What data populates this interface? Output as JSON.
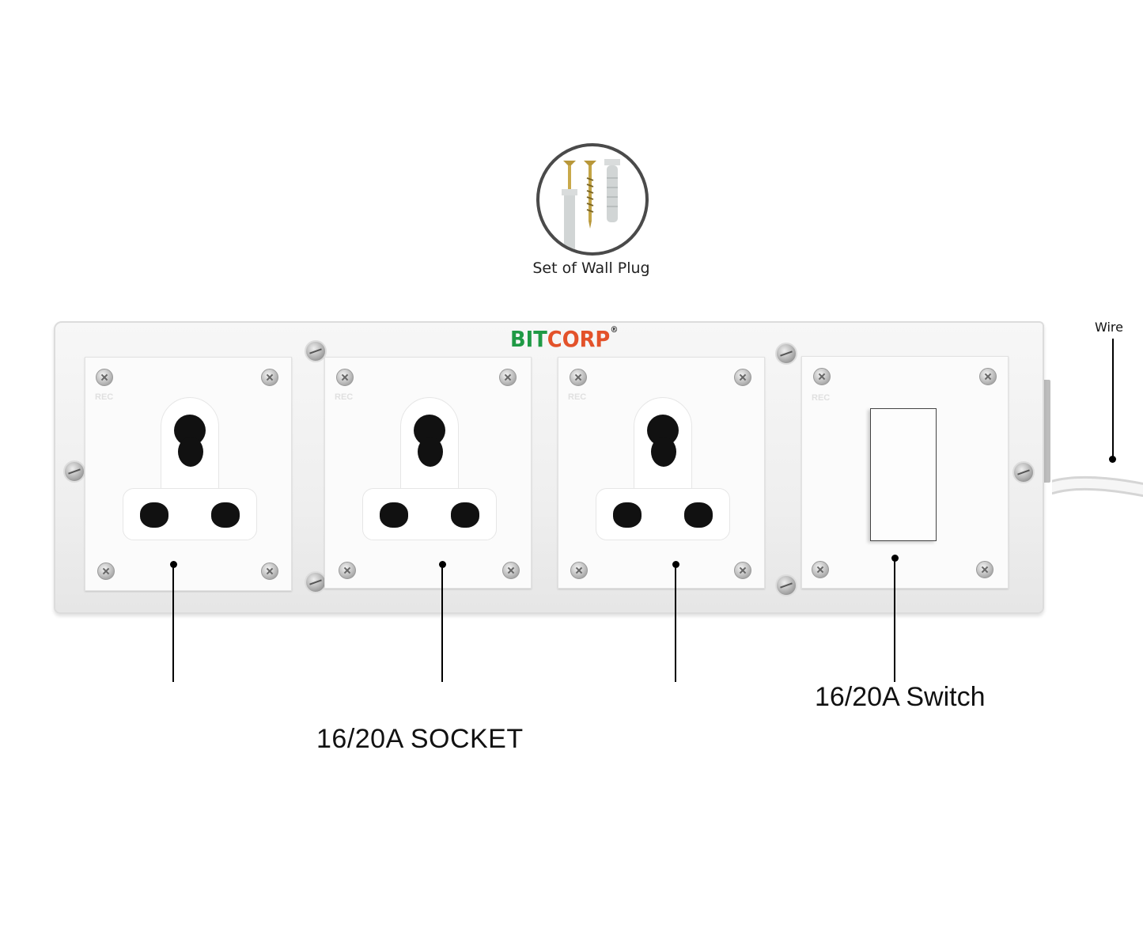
{
  "brand": {
    "part1": "BIT",
    "part2": "CORP",
    "registered": "®",
    "color_primary": "#1f9a45",
    "color_secondary": "#e3522a"
  },
  "accessory": {
    "caption": "Set of Wall Plug",
    "icon": "screws-and-wall-plugs-icon"
  },
  "modules": [
    {
      "type": "socket",
      "rating": "16/20A",
      "mark": "REC"
    },
    {
      "type": "socket",
      "rating": "16/20A",
      "mark": "REC"
    },
    {
      "type": "socket",
      "rating": "16/20A",
      "mark": "REC"
    },
    {
      "type": "switch",
      "rating": "16/20A",
      "mark": "REC"
    }
  ],
  "labels": {
    "socket": "16/20A SOCKET",
    "switch": "16/20A Switch",
    "wire": "Wire"
  }
}
